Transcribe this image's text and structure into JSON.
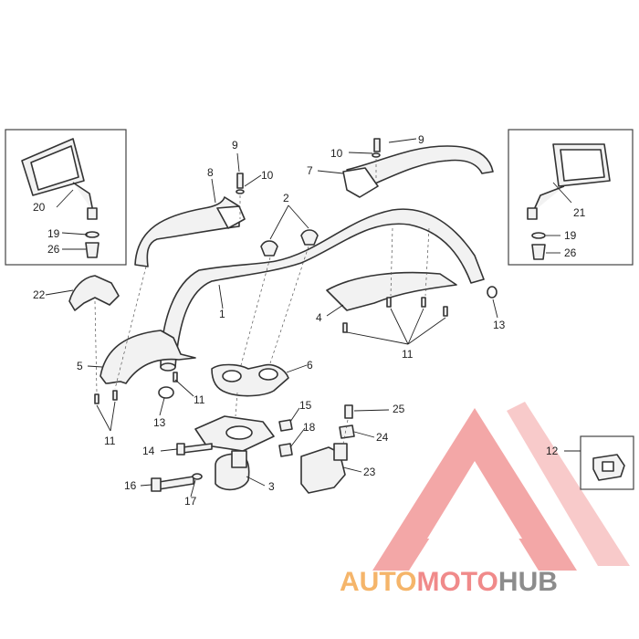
{
  "callouts": {
    "c1": "1",
    "c2": "2",
    "c3": "3",
    "c4": "4",
    "c5": "5",
    "c6": "6",
    "c7": "7",
    "c8": "8",
    "c9a": "9",
    "c9b": "9",
    "c10a": "10",
    "c10b": "10",
    "c11a": "11",
    "c11b": "11",
    "c11c": "11",
    "c12": "12",
    "c13a": "13",
    "c13b": "13",
    "c14": "14",
    "c15": "15",
    "c16": "16",
    "c17": "17",
    "c18": "18",
    "c19a": "19",
    "c19b": "19",
    "c20": "20",
    "c21": "21",
    "c22": "22",
    "c23": "23",
    "c24": "24",
    "c25": "25",
    "c26a": "26",
    "c26b": "26"
  },
  "watermark": {
    "part1": "AUTO",
    "part2": "MOTO",
    "part3": "HUB",
    "color_orange": "#f5b56a",
    "color_red": "#f08a8a",
    "color_gray": "#8c8c8c"
  }
}
